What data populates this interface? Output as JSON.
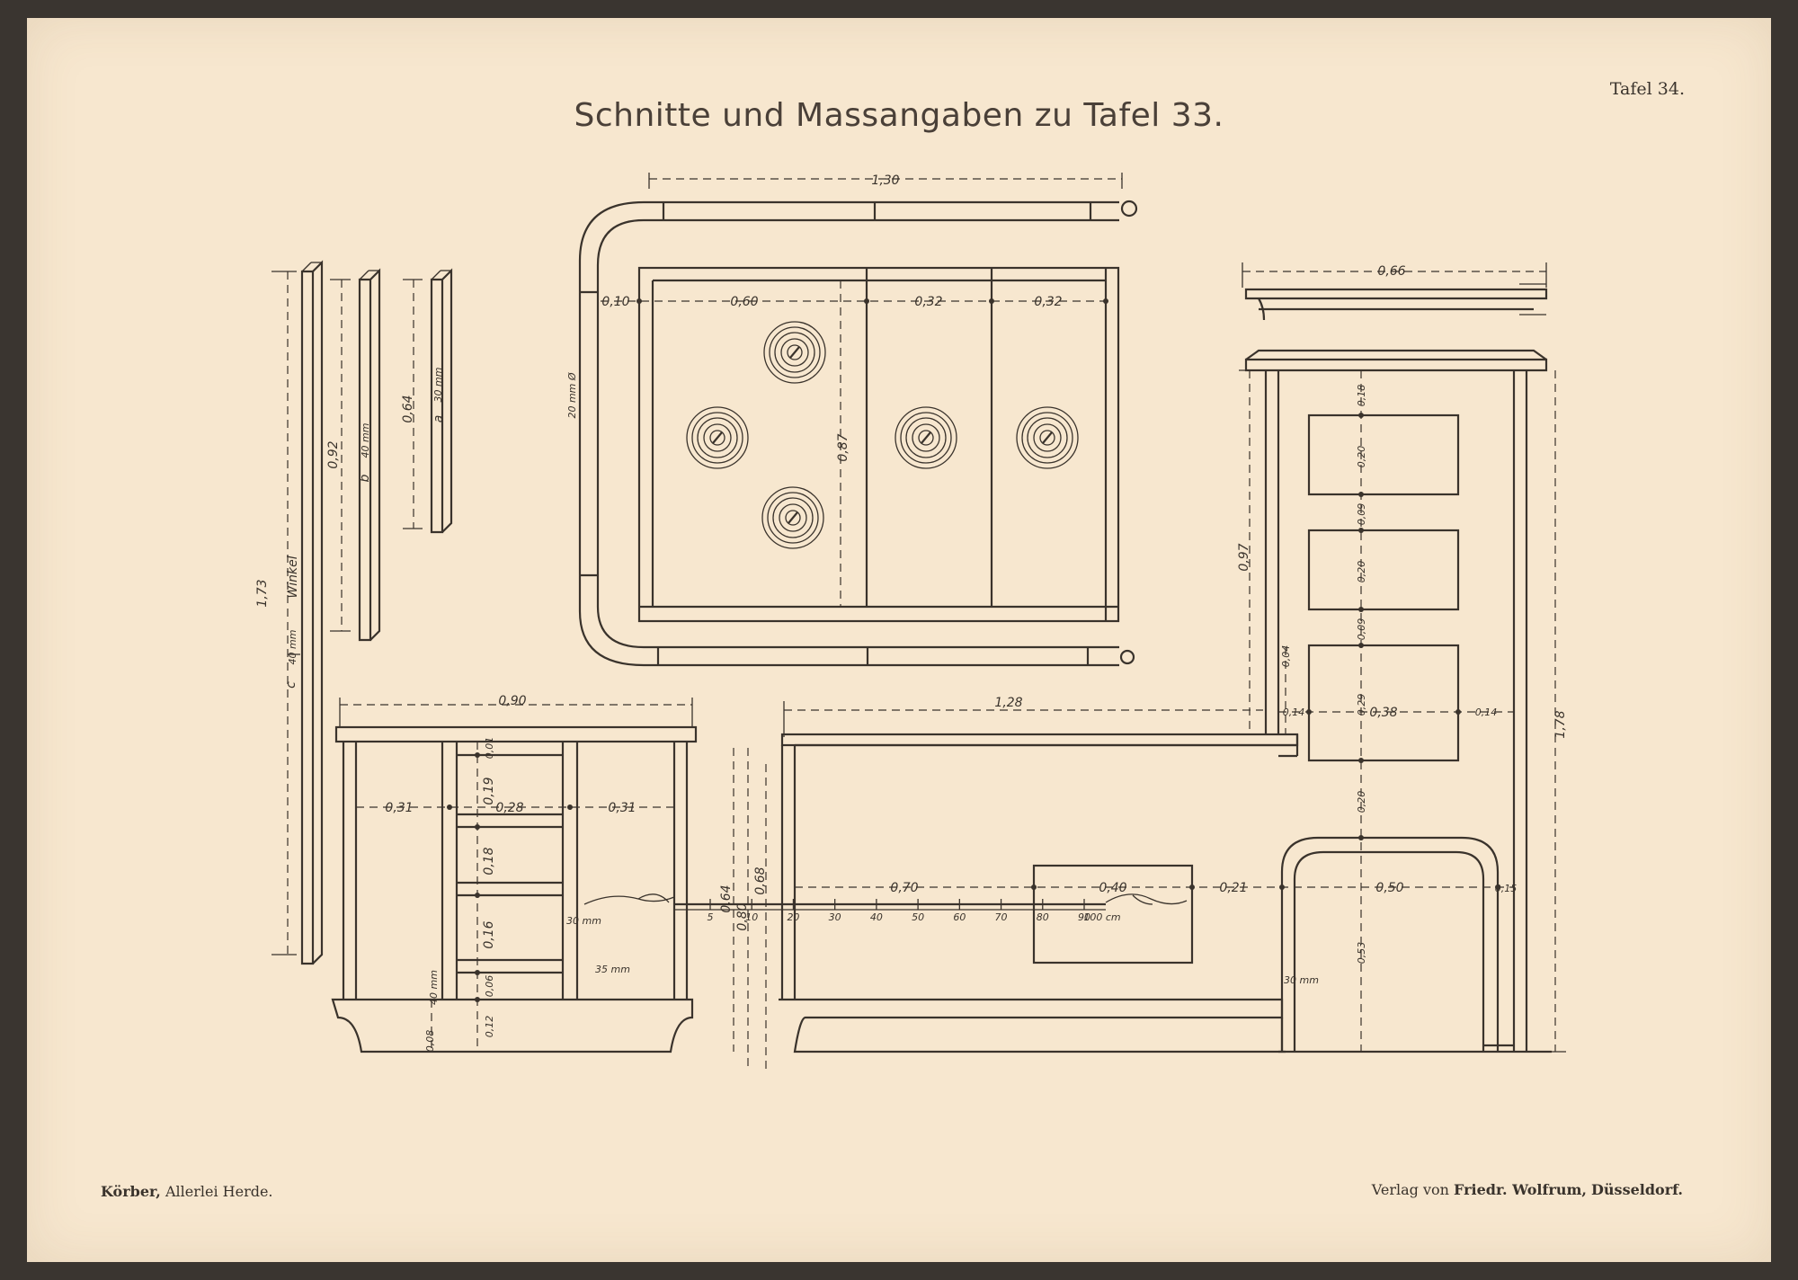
{
  "sheet": {
    "title": "Schnitte und Massangaben zu Tafel 33.",
    "plate_label": "Tafel 34.",
    "footer_author": "Körber,",
    "footer_book": "Allerlei Herde.",
    "footer_publisher_prefix": "Verlag von",
    "footer_publisher": "Friedr. Wolfrum,",
    "footer_city": "Düsseldorf."
  },
  "plan": {
    "width": "1,30",
    "left_margin": "0,10",
    "section_a": "0,60",
    "section_b": "0,32",
    "section_c": "0,32",
    "depth": "0,87",
    "rail": "20 mm Ø"
  },
  "rails": {
    "c_len": "1,73",
    "c_label": "c",
    "c_note": "40 mm",
    "c_word": "Winkel",
    "b_len": "0,92",
    "b_label": "b",
    "b_note": "40 mm",
    "a_len": "0,64",
    "a_label": "a",
    "a_note": "30 mm"
  },
  "side_view": {
    "width": "0,90",
    "left": "0,31",
    "middle": "0,28",
    "right": "0,31",
    "v1": "0,01",
    "v2": "0,19",
    "v3": "0,18",
    "v4": "0,16",
    "v5": "0,06",
    "v6": "0,12",
    "v7": "0,08",
    "h1": "0,64",
    "h2": "0,80",
    "h3": "0,68",
    "n1": "30 mm",
    "n2": "35 mm",
    "n3": "40 mm"
  },
  "front_view": {
    "length": "1,28",
    "left": "0,70",
    "door": "0,40",
    "gap": "0,21",
    "oven": "0,50",
    "edge": "0,15",
    "col_left": "0,14",
    "col_mid": "0,38",
    "col_right": "0,14",
    "height": "0,97",
    "small": "0,04",
    "total": "1,78",
    "r1": "0,18",
    "r2": "0,20",
    "r3": "0,09",
    "r4": "0,20",
    "r5": "0,09",
    "r6": "0,29",
    "r7": "0,20",
    "r8": "0,53",
    "n1": "30 mm"
  },
  "cornice": {
    "width": "0,66"
  },
  "scale": {
    "unit": "100 cm",
    "ticks": [
      "5",
      "10",
      "20",
      "30",
      "40",
      "50",
      "60",
      "70",
      "80",
      "90"
    ]
  }
}
